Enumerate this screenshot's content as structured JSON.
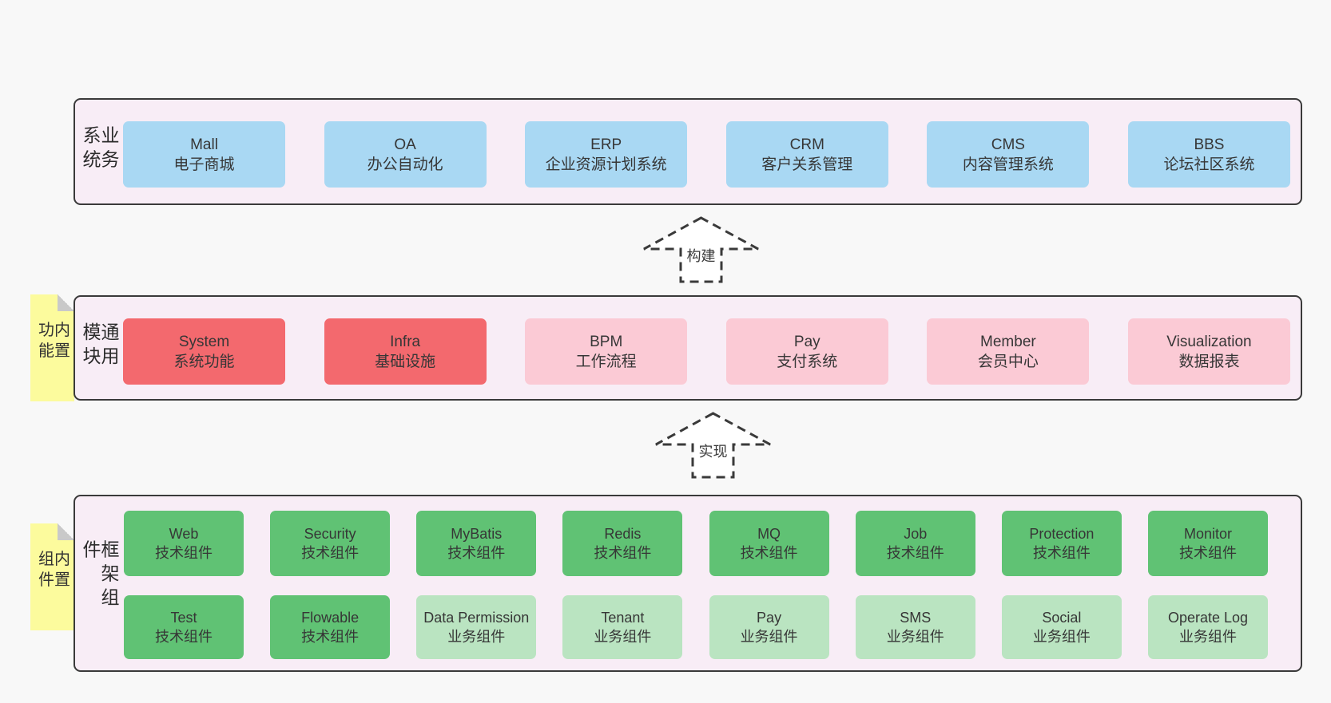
{
  "colors": {
    "page_bg": "#f8f8f8",
    "band_bg": "#f8edf6",
    "band_border": "#3a3a3a",
    "blue": "#a9d8f3",
    "red": "#f3696e",
    "pink": "#fbcad5",
    "green_dark": "#60c274",
    "green_light": "#bae4c1",
    "note_yellow": "#fcfb9d",
    "text": "#333333"
  },
  "bands": {
    "business": {
      "label": "业务系统",
      "boxes": [
        {
          "name": "Mall",
          "desc": "电子商城"
        },
        {
          "name": "OA",
          "desc": "办公自动化"
        },
        {
          "name": "ERP",
          "desc": "企业资源计划系统"
        },
        {
          "name": "CRM",
          "desc": "客户关系管理"
        },
        {
          "name": "CMS",
          "desc": "内容管理系统"
        },
        {
          "name": "BBS",
          "desc": "论坛社区系统"
        }
      ]
    },
    "modules": {
      "label": "通用模块",
      "note": "内置功能",
      "boxes": [
        {
          "name": "System",
          "desc": "系统功能"
        },
        {
          "name": "Infra",
          "desc": "基础设施"
        },
        {
          "name": "BPM",
          "desc": "工作流程"
        },
        {
          "name": "Pay",
          "desc": "支付系统"
        },
        {
          "name": "Member",
          "desc": "会员中心"
        },
        {
          "name": "Visualization",
          "desc": "数据报表"
        }
      ]
    },
    "components": {
      "label": "框架组件",
      "note": "内置组件",
      "row1": [
        {
          "name": "Web",
          "desc": "技术组件"
        },
        {
          "name": "Security",
          "desc": "技术组件"
        },
        {
          "name": "MyBatis",
          "desc": "技术组件"
        },
        {
          "name": "Redis",
          "desc": "技术组件"
        },
        {
          "name": "MQ",
          "desc": "技术组件"
        },
        {
          "name": "Job",
          "desc": "技术组件"
        },
        {
          "name": "Protection",
          "desc": "技术组件"
        },
        {
          "name": "Monitor",
          "desc": "技术组件"
        }
      ],
      "row2": [
        {
          "name": "Test",
          "desc": "技术组件"
        },
        {
          "name": "Flowable",
          "desc": "技术组件"
        },
        {
          "name": "Data Permission",
          "desc": "业务组件"
        },
        {
          "name": "Tenant",
          "desc": "业务组件"
        },
        {
          "name": "Pay",
          "desc": "业务组件"
        },
        {
          "name": "SMS",
          "desc": "业务组件"
        },
        {
          "name": "Social",
          "desc": "业务组件"
        },
        {
          "name": "Operate Log",
          "desc": "业务组件"
        }
      ]
    }
  },
  "arrows": {
    "build": "构建",
    "implement": "实现"
  }
}
